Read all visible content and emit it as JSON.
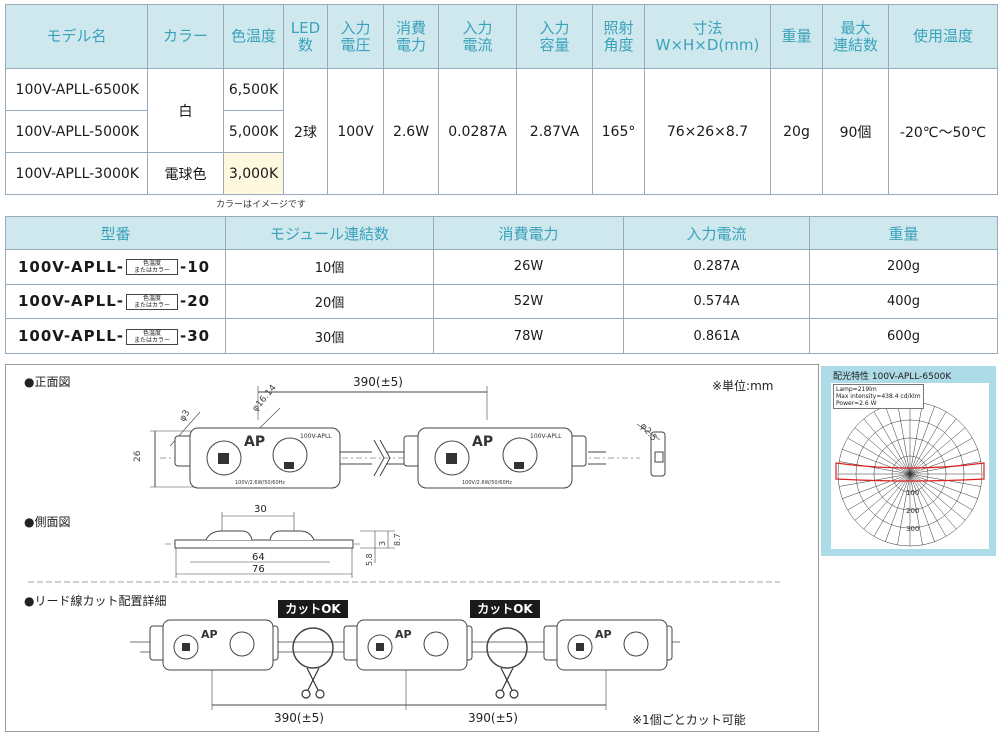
{
  "spec_table": {
    "headers": [
      "モデル名",
      "カラー",
      "色温度",
      "LED\n数",
      "入力\n電圧",
      "消費\n電力",
      "入力\n電流",
      "入力\n容量",
      "照射\n角度",
      "寸法\nW×H×D(mm)",
      "重量",
      "最大\n連結数",
      "使用温度"
    ],
    "models": [
      "100V-APLL-6500K",
      "100V-APLL-5000K",
      "100V-APLL-3000K"
    ],
    "colors": [
      "白",
      "電球色"
    ],
    "temps": [
      "6,500K",
      "5,000K",
      "3,000K"
    ],
    "led_count": "2球",
    "voltage": "100V",
    "power": "2.6W",
    "current": "0.0287A",
    "capacity": "2.87VA",
    "angle": "165°",
    "size": "76×26×8.7",
    "weight": "20g",
    "max_links": "90個",
    "temp_range": "-20℃〜50℃"
  },
  "color_note": "カラーはイメージです",
  "set_table": {
    "headers": [
      "型番",
      "モジュール連結数",
      "消費電力",
      "入力電流",
      "重量"
    ],
    "box_text_1": "色温度",
    "box_text_2": "またはカラー",
    "rows": [
      {
        "prefix": "100V-APLL-",
        "suffix": "-10",
        "links": "10個",
        "power": "26W",
        "current": "0.287A",
        "weight": "200g"
      },
      {
        "prefix": "100V-APLL-",
        "suffix": "-20",
        "links": "20個",
        "power": "52W",
        "current": "0.574A",
        "weight": "400g"
      },
      {
        "prefix": "100V-APLL-",
        "suffix": "-30",
        "links": "30個",
        "power": "78W",
        "current": "0.861A",
        "weight": "600g"
      }
    ]
  },
  "drawing": {
    "front_title": "●正面図",
    "unit": "※単位:mm",
    "dim_390": "390(±5)",
    "side_title": "●側面図",
    "dim_30": "30",
    "dim_64": "64",
    "dim_76": "76",
    "lead_title": "●リード線カット配置詳細",
    "cut_ok": "カットOK",
    "cut_note": "※1個ごとカット可能",
    "module_model": "100V-APLL",
    "module_rating": "100V/2.6W/50/60Hz"
  },
  "polar": {
    "title": "配光特性 100V-APLL-6500K",
    "info": [
      "Lamp=219lm",
      "Max intensity=438.4 cd/klm",
      "Power=2.6 W"
    ],
    "ring_labels": [
      "100",
      "200",
      "300"
    ]
  }
}
